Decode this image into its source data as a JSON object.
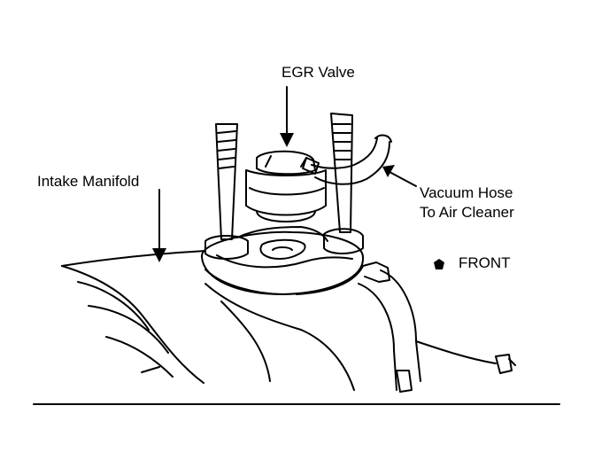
{
  "diagram": {
    "labels": {
      "egr_valve": "EGR Valve",
      "intake_manifold": "Intake Manifold",
      "vacuum_hose_line1": "Vacuum Hose",
      "vacuum_hose_line2": "To Air Cleaner",
      "front": "FRONT"
    },
    "colors": {
      "ink": "#000000",
      "background": "#ffffff"
    }
  }
}
